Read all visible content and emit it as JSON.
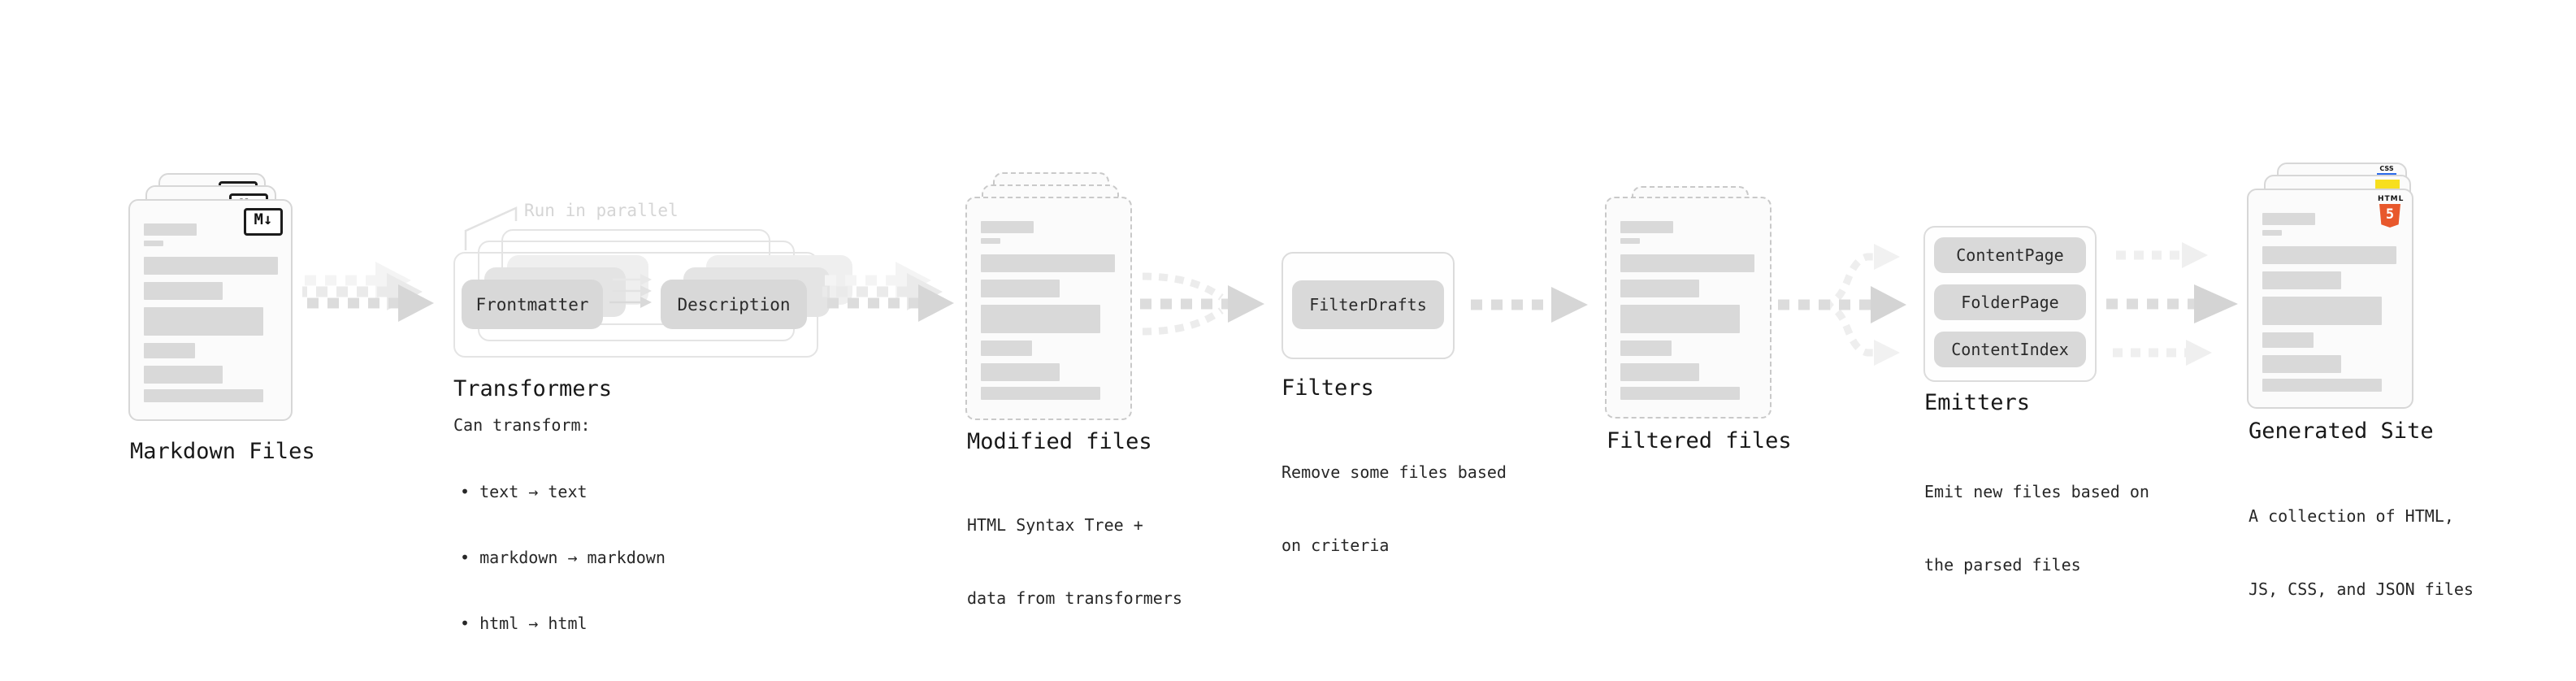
{
  "pipeline": {
    "markdown_files": {
      "label": "Markdown Files",
      "badge": "M↓"
    },
    "transformers": {
      "annotation": "Run in parallel",
      "pill_frontmatter": "Frontmatter",
      "pill_description": "Description",
      "label": "Transformers",
      "desc_heading": "Can transform:",
      "bullets": [
        "• text → text",
        "• markdown → markdown",
        "• html → html"
      ]
    },
    "modified_files": {
      "label": "Modified files",
      "sub_line1": "HTML Syntax Tree +",
      "sub_line2": "data from transformers"
    },
    "filters": {
      "pill": "FilterDrafts",
      "label": "Filters",
      "sub_line1": "Remove some files based",
      "sub_line2": "on criteria"
    },
    "filtered_files": {
      "label": "Filtered files"
    },
    "emitters": {
      "pills": [
        "ContentPage",
        "FolderPage",
        "ContentIndex"
      ],
      "label": "Emitters",
      "sub_line1": "Emit new files based on",
      "sub_line2": "the parsed files"
    },
    "generated_site": {
      "label": "Generated Site",
      "sub_line1": "A collection of HTML,",
      "sub_line2": "JS, CSS, and JSON files",
      "html5_caption": "HTML",
      "html5_number": "5",
      "css_caption": "CSS"
    },
    "colors": {
      "arrow_main": "#dcdcdc",
      "arrow_head": "#d6d6d6",
      "arrow_ghost": "#ececec",
      "placeholder_bar": "#d9d9d9",
      "pill_gray": "#d8d8d8",
      "html5_orange": "#e8582c",
      "js_yellow": "#f7df1e",
      "css_blue": "#2b6bea"
    }
  }
}
